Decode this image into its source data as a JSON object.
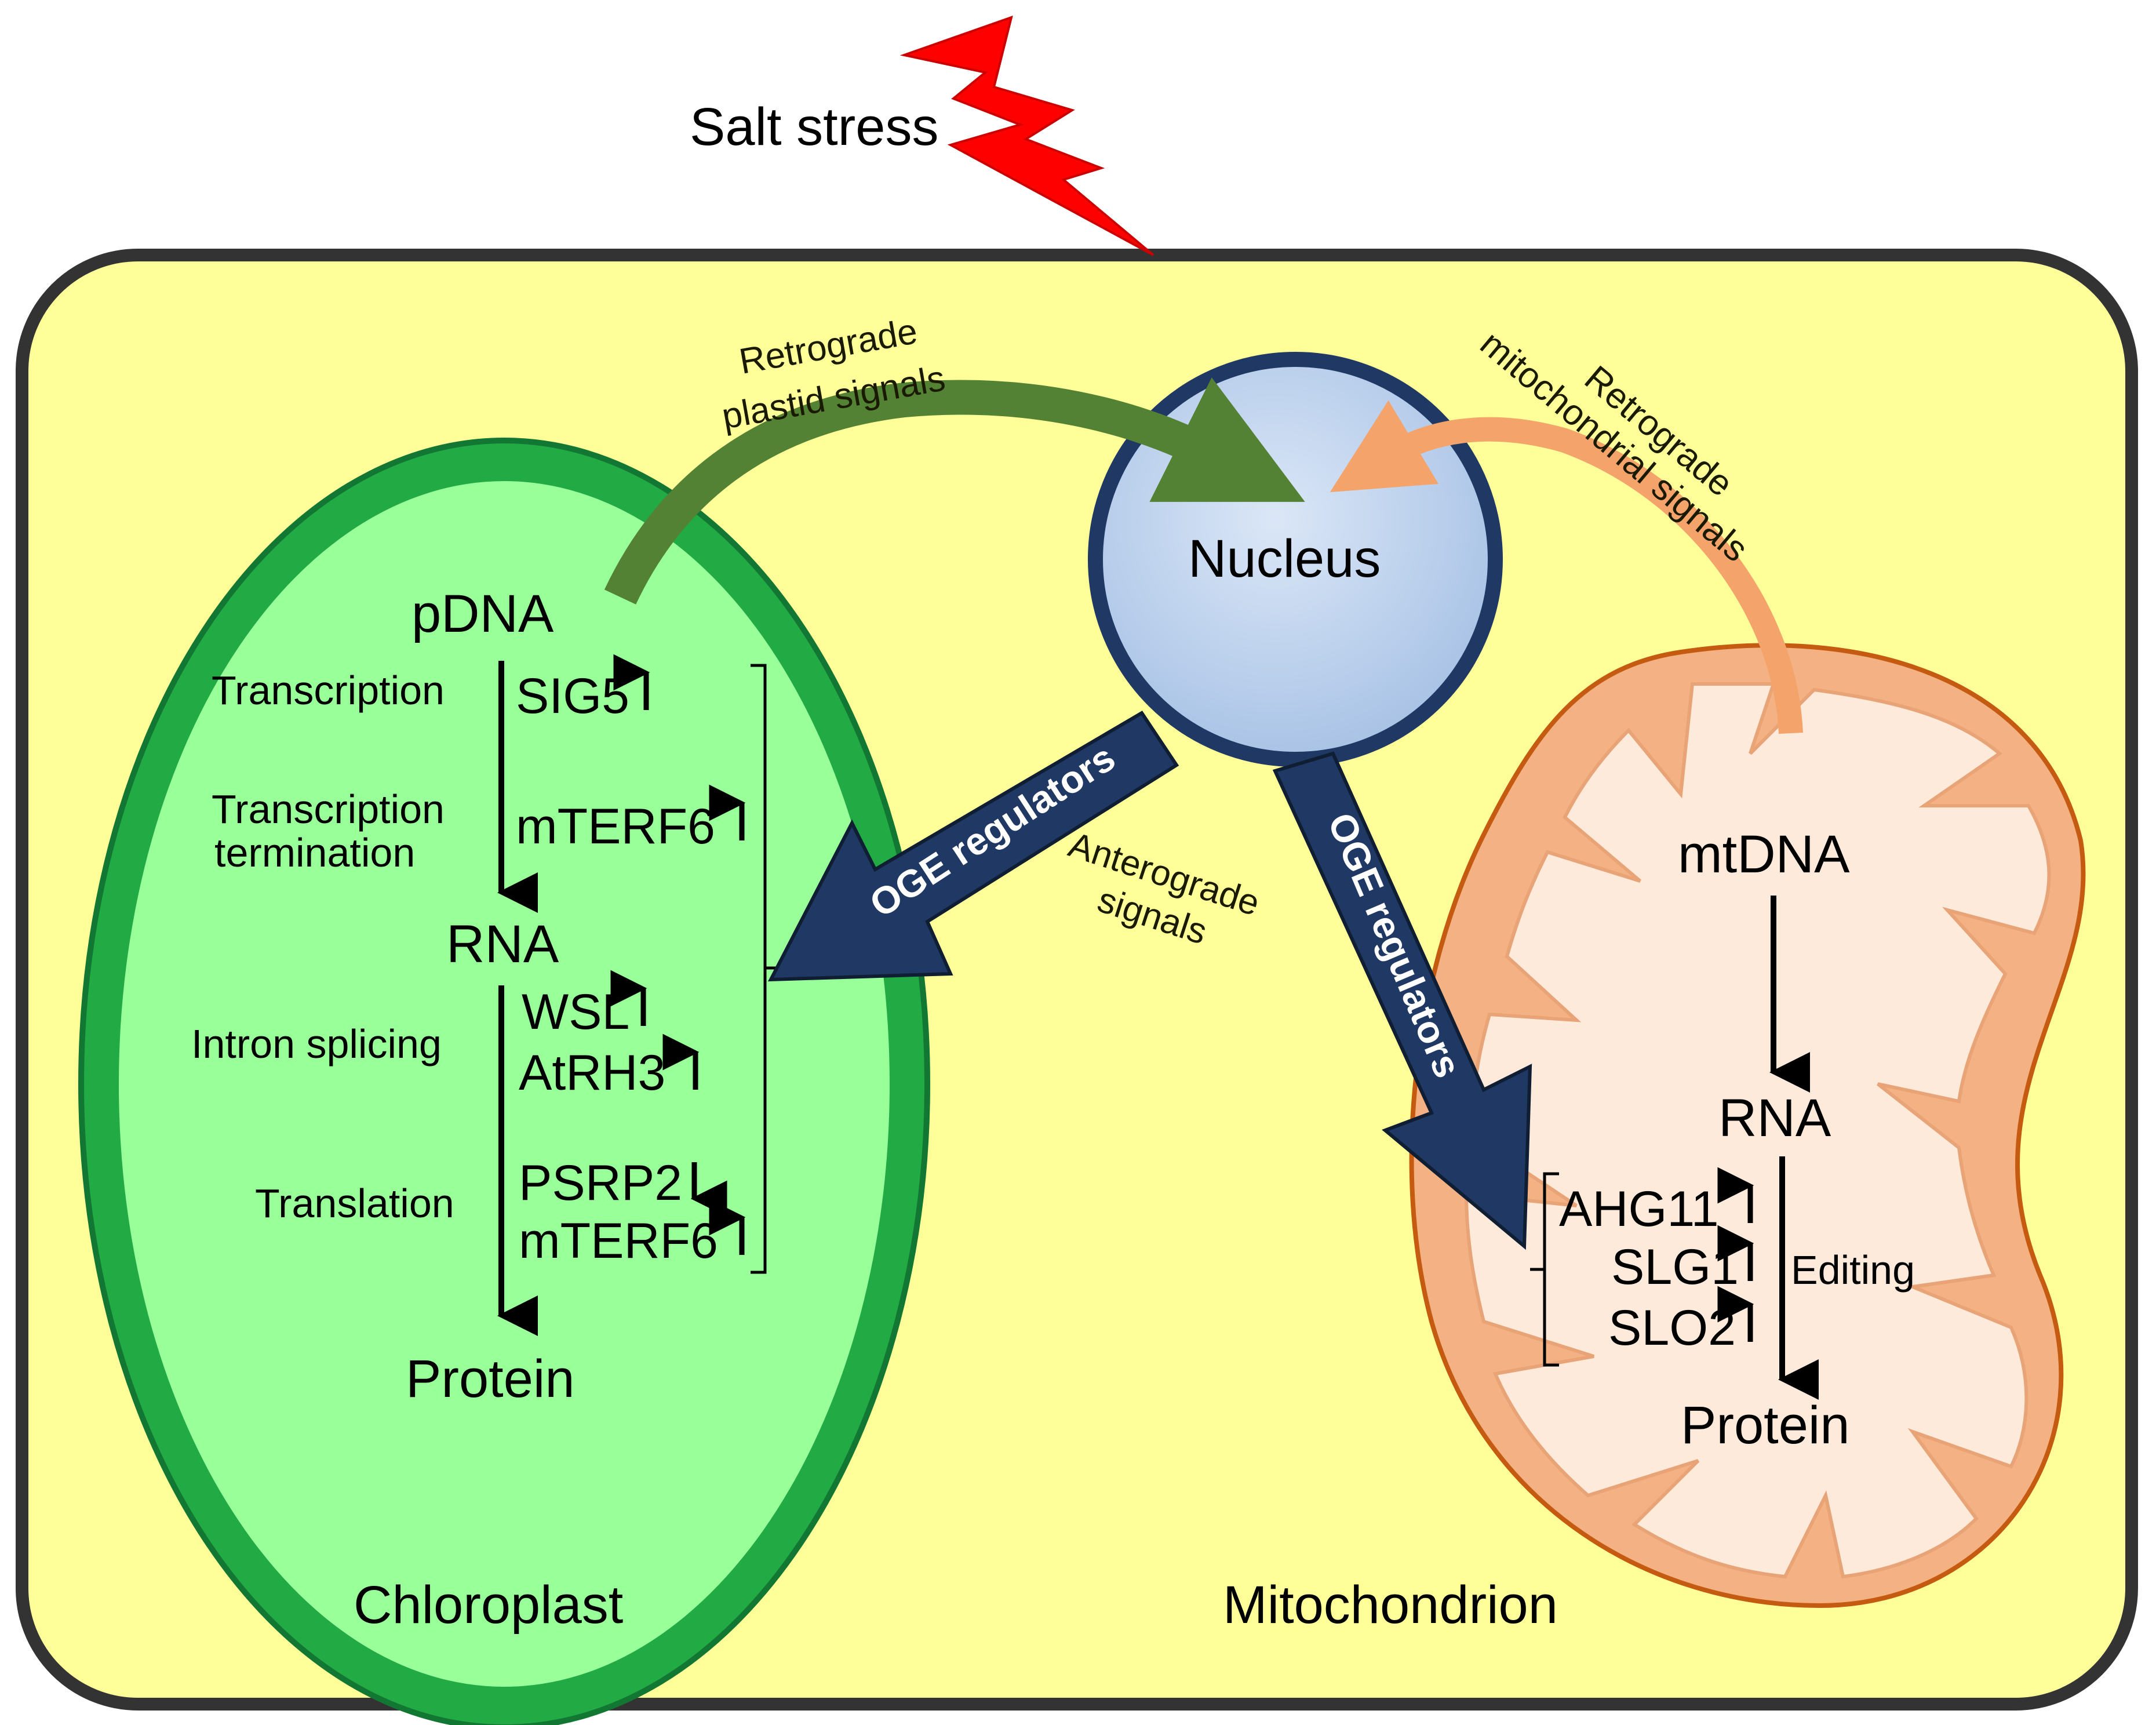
{
  "stress_label": "Salt stress",
  "cell": {
    "nucleus_label": "Nucleus",
    "chloroplast_label": "Chloroplast",
    "mitochondrion_label": "Mitochondrion"
  },
  "signals": {
    "retro_plastid_line1": "Retrograde",
    "retro_plastid_line2": "plastid signals",
    "retro_mito_line1": "Retrograde",
    "retro_mito_line2": "mitochondrial signals",
    "antero_line1": "Anterograde",
    "antero_line2": "signals",
    "oge_left": "OGE regulators",
    "oge_right": "OGE regulators"
  },
  "chloroplast": {
    "pdna": "pDNA",
    "rna": "RNA",
    "protein": "Protein",
    "steps": {
      "transcription": "Transcription",
      "termination_line1": "Transcription",
      "termination_line2": "termination",
      "intron_splicing": "Intron splicing",
      "translation": "Translation"
    },
    "genes": {
      "sig5": "SIG5",
      "mterf6_a": "mTERF6",
      "wsl": "WSL",
      "atrh3": "AtRH3",
      "psrp2": "PSRP2",
      "mterf6_b": "mTERF6"
    }
  },
  "mitochondrion": {
    "mtdna": "mtDNA",
    "rna": "RNA",
    "protein": "Protein",
    "editing": "Editing",
    "genes": {
      "ahg11": "AHG11",
      "slg1": "SLG1",
      "slo2": "SLO2"
    }
  },
  "regulation": {
    "up": "up",
    "down": "down",
    "psrp2": "down",
    "others": "up"
  },
  "colors": {
    "cytoplasm": "#ffff99",
    "chloroplast_fill": "#99ff99",
    "chloroplast_border": "#22aa44",
    "nucleus_fill": "#c6d9f1",
    "nucleus_border": "#1f3864",
    "mito_outer": "#f4b183",
    "mito_inner": "#fdeada",
    "oge_arrow": "#1f3864",
    "plastid_signal": "#548235",
    "mito_signal": "#f4a46a",
    "lightning": "#ff0000"
  }
}
